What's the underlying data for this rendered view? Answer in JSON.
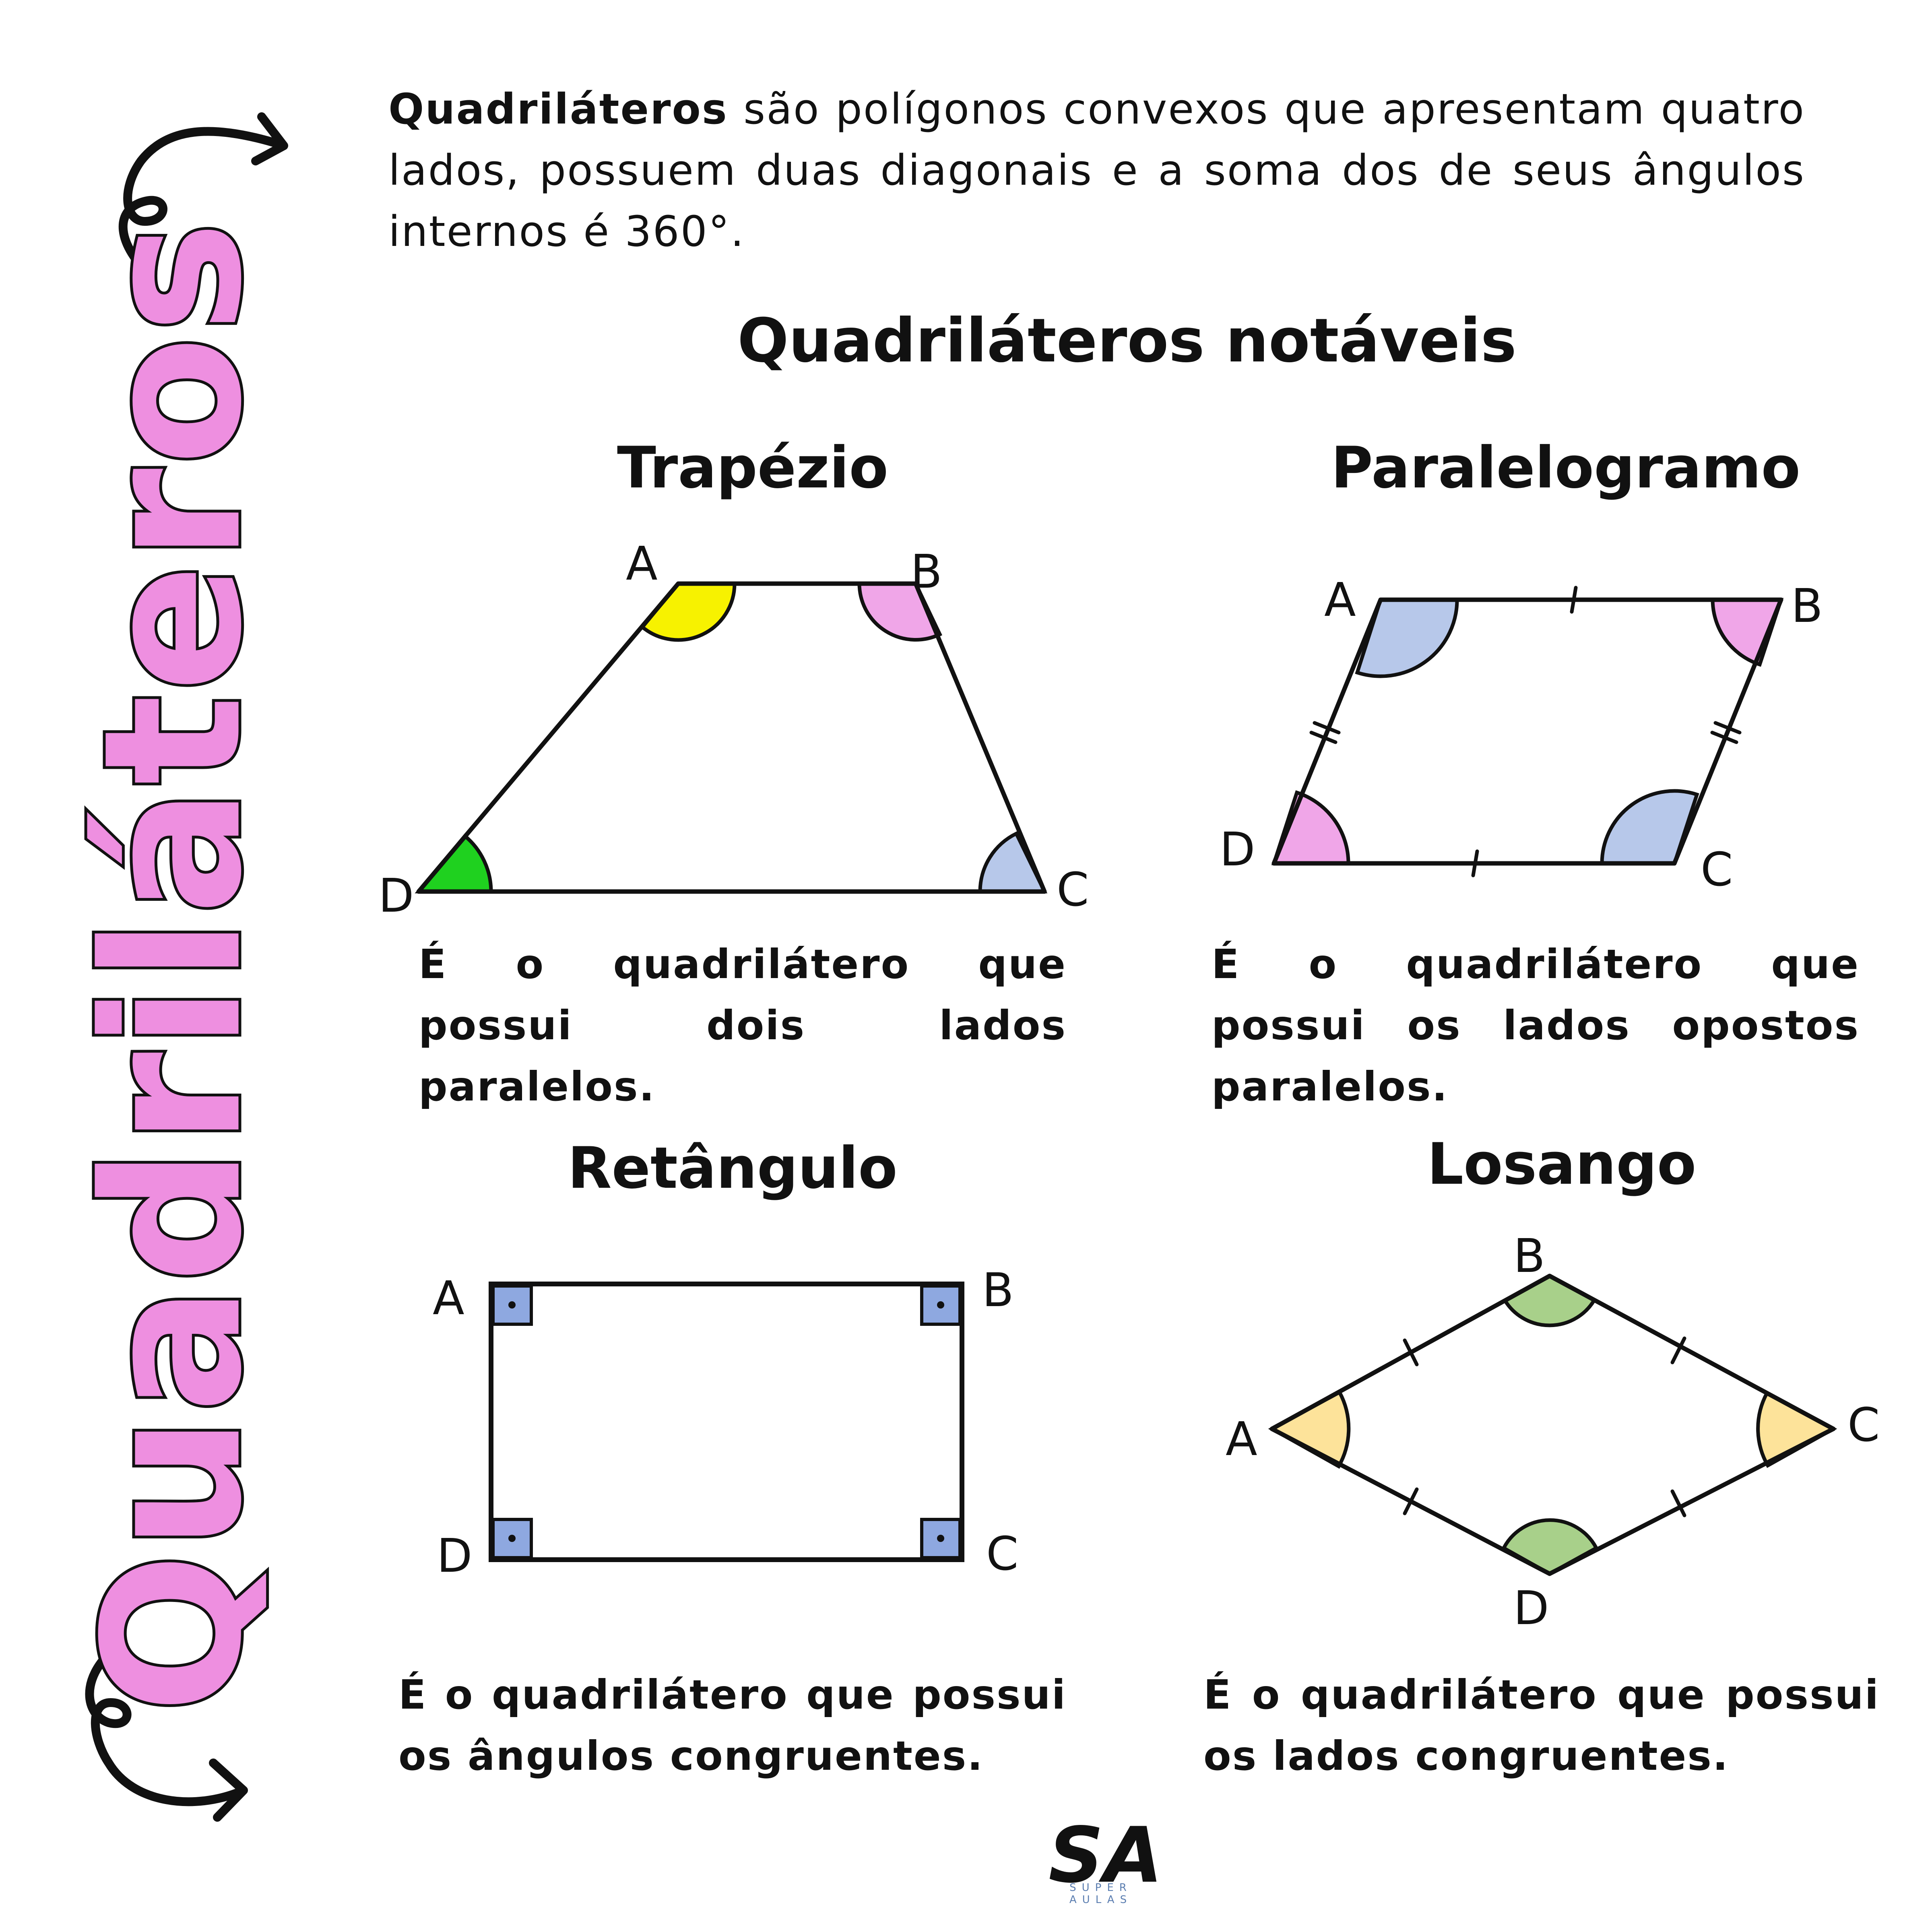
{
  "side_title": "Quadriláteros",
  "intro": {
    "bold_term": "Quadriláteros",
    "text": " são polígonos convexos que apresentam quatro lados, possuem duas diagonais e a soma dos de seus ângulos internos é 360°."
  },
  "main_heading": "Quadriláteros notáveis",
  "shapes": {
    "trapezio": {
      "title": "Trapézio",
      "vertices": [
        "A",
        "B",
        "C",
        "D"
      ],
      "description": "É o quadrilátero que possui dois lados paralelos."
    },
    "paralelogramo": {
      "title": "Paralelogramo",
      "vertices": [
        "A",
        "B",
        "C",
        "D"
      ],
      "description": "É o quadrilátero que possui os lados opostos paralelos."
    },
    "retangulo": {
      "title": "Retângulo",
      "vertices": [
        "A",
        "B",
        "C",
        "D"
      ],
      "description": "É o quadrilátero que possui os ângulos congruentes."
    },
    "losango": {
      "title": "Losango",
      "vertices": [
        "A",
        "B",
        "C",
        "D"
      ],
      "description": "É o quadrilátero que possui os lados congruentes."
    }
  },
  "colors": {
    "title_pink": "#ee8fe0",
    "angle_yellow": "#f7f200",
    "angle_pink": "#f0a6e8",
    "angle_green": "#1fd11f",
    "angle_blue": "#b7c8ea",
    "right_angle_blue": "#8ea8e0",
    "rhombus_yellow": "#fde39a",
    "rhombus_green": "#a8d08a"
  },
  "logo": {
    "letters": "SA",
    "tagline": "SUPER AULAS"
  }
}
